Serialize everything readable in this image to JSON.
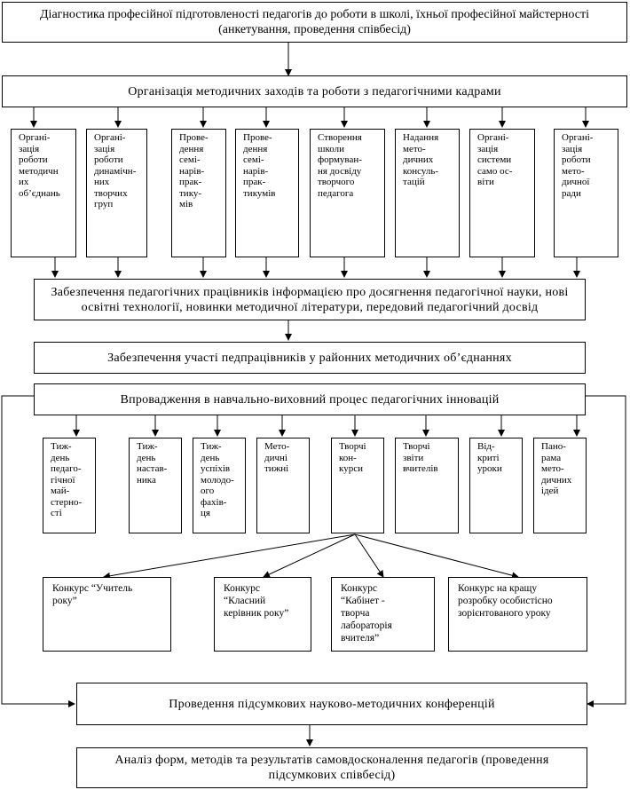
{
  "top": {
    "diagnostics": "Діагностика професійної підготовленості педагогів до роботи в школі, їхньої професійної майстерності (анкетування, проведення співбесід)",
    "organization": "Організація методичних заходів та роботи з педагогічними кадрами"
  },
  "level1": [
    "Органі-\nзація\nроботи\nметодичн\nих\nоб’єднань",
    "Органі-\nзація\nроботи\nдинамічн-\nних\nтворчих\nгруп",
    "Прове-\nдення\nсемі-\nнарів-\nпрак-\nтику-\nмів",
    "Прове-\nдення\nсемі-\nнарів-\nпрак-\nтикумів",
    "Створення\nшколи\nформуван-\nня досвіду\nтворчого\nпедагога",
    "Надання\nмето-\nдичних\nконсуль-\nтацій",
    "Органі-\nзація\nсистеми\nсамо ос-\nвіти",
    "Органі-\nзація\nроботи\nмето-\nдичної\nради"
  ],
  "middle": {
    "information": "Забезпечення педагогічних працівників інформацією про досягнення педагогічної науки, нові освітні технології, новинки методичної літератури, передовий педагогічний досвід",
    "participation": "Забезпечення участі педпрацівників у районних методичних об’єднаннях",
    "innovations": "Впровадження в навчально-виховний процес педагогічних інновацій"
  },
  "level2": [
    "Тиж-\nдень\nпедаго-\nгічної\nмай-\nстерно-\nсті",
    "Тиж-\nдень\nнастав-\nника",
    "Тиж-\nдень\nуспіхів\nмолодо-\nого\nфахів-\nця",
    "Мето-\nдичні\nтижні",
    "Творчі\nкон-\nкурси",
    "Творчі\nзвіти\nвчителів",
    "Від-\nкриті\nуроки",
    "Пано-\nрама\nмето-\nдичних\nідей"
  ],
  "contests": [
    "Конкурс “Учитель\nроку”",
    "Конкурс\n“Класний\nкерівник року”",
    "Конкурс\n“Кабінет -\nтворча\nлабораторія\nвчителя”",
    "Конкурс на кращу\nрозробку особистісно\nзорієнтованого уроку"
  ],
  "bottom": {
    "conferences": "Проведення підсумкових науково-методичних конференцій",
    "analysis": "Аналіз форм, методів та результатів самовдосконалення педагогів (проведення підсумкових співбесід)"
  }
}
